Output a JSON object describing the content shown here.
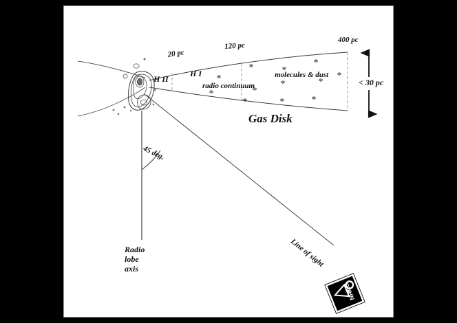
{
  "figure": {
    "title_text": "Gas Disk",
    "background_color": "#000000",
    "panel_color": "#ffffff",
    "ink_color": "#111111"
  },
  "scale_labels": {
    "pc20": "20 pc",
    "pc120": "120 pc",
    "pc400": "400 pc",
    "thickness": "< 30 pc"
  },
  "region_labels": {
    "hii": "H II",
    "hi": "H I",
    "radio_continuum": "radio continuum",
    "molecules_dust": "molecules & dust",
    "gas_disk": "Gas Disk"
  },
  "geometry_labels": {
    "angle": "45 deg.",
    "radio_lobe_axis_line1": "Radio",
    "radio_lobe_axis_line2": "lobe",
    "radio_lobe_axis_line3": "axis",
    "line_of_sight": "Line of sight"
  },
  "logo": {
    "name": "NRAO",
    "alt": "NRAO radio telescope logo"
  },
  "chart_data": {
    "type": "diagram",
    "title": "Gas Disk",
    "description": "Schematic cross-section of a galactic nucleus with a flared gas disk, radio lobe axis, and observer line of sight.",
    "distance_markers_pc": [
      20,
      120,
      400
    ],
    "disk_thickness_pc_max": 30,
    "angle_between_radio_lobe_axis_and_line_of_sight_deg": 45,
    "disk_regions": [
      {
        "label": "H II",
        "inner_pc": 0,
        "outer_pc": 20
      },
      {
        "label": "H I",
        "inner_pc": 20,
        "outer_pc": 120
      },
      {
        "label": "molecules & dust",
        "inner_pc": 120,
        "outer_pc": 400
      }
    ],
    "overlay_labels": [
      {
        "label": "radio continuum",
        "span_pc": [
          20,
          120
        ]
      }
    ],
    "star_markers_count": 12,
    "axes": {
      "grid": false,
      "xlabel": "",
      "ylabel": ""
    },
    "legend": {
      "position": "none",
      "entries": []
    }
  }
}
